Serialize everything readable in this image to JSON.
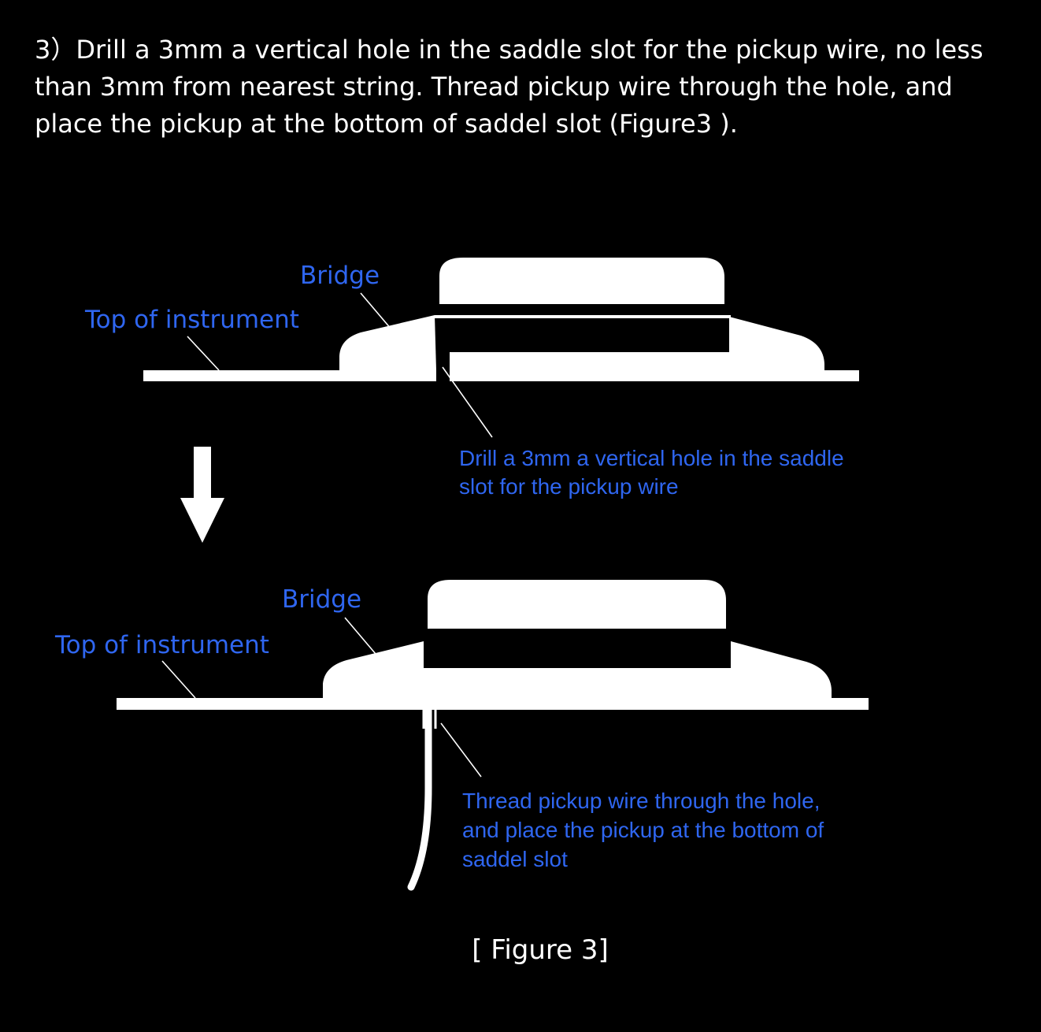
{
  "instruction": {
    "text": "3）Drill a 3mm a vertical hole in the saddle slot for the pickup wire, no less than 3mm from nearest string.   Thread pickup wire through the hole, and place the pickup at the bottom of saddel slot (Figure3 )."
  },
  "diagram_top": {
    "bridge_label": "Bridge",
    "top_label": "Top of instrument",
    "hole_note_line1": "Drill a 3mm a vertical hole in the saddle",
    "hole_note_line2": "slot for the pickup wire"
  },
  "diagram_bottom": {
    "bridge_label": "Bridge",
    "top_label": "Top of instrument",
    "wire_note_line1": "Thread pickup wire through the hole,",
    "wire_note_line2": "and place the pickup at the bottom of",
    "wire_note_line3": "saddel slot"
  },
  "caption": "[ Figure 3]",
  "colors": {
    "background": "#000000",
    "label_blue": "#2f66f0",
    "shape": "#ffffff"
  },
  "icons": [
    "down-arrow-icon"
  ]
}
